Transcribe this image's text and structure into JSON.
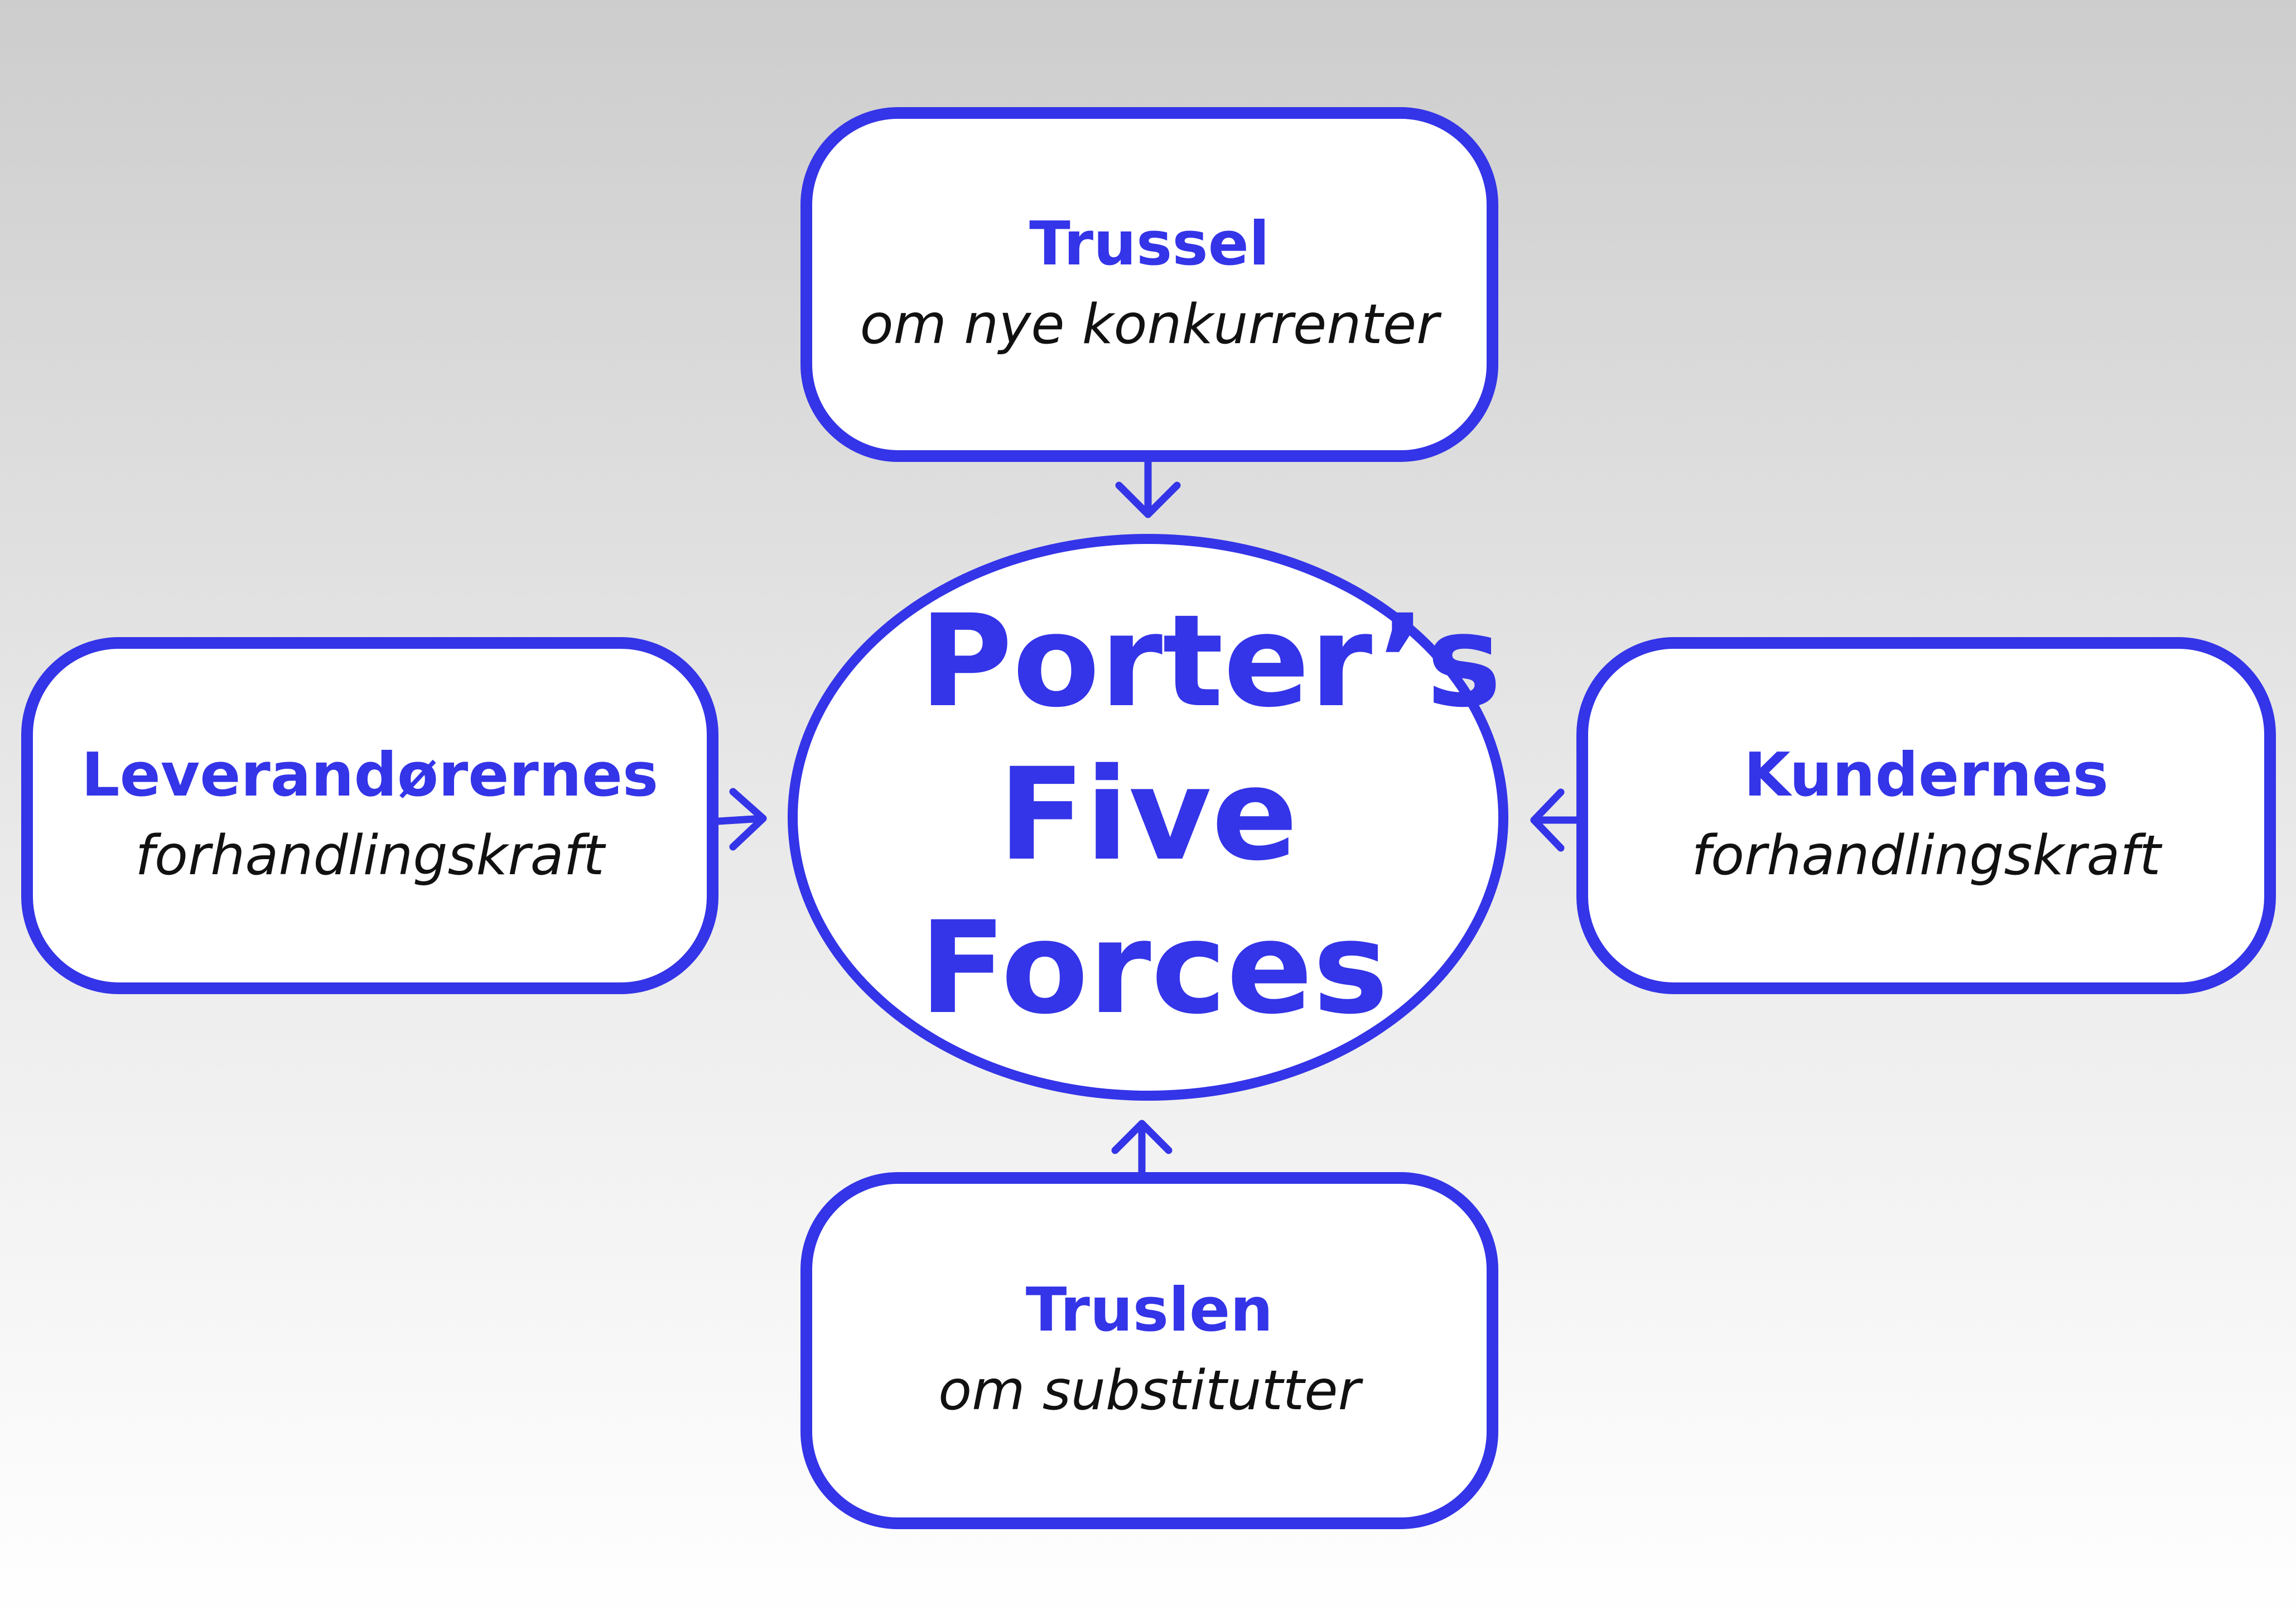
{
  "theme": {
    "accent": "#3434e8",
    "text": "#111111",
    "box_fill": "#ffffff"
  },
  "center": {
    "title": "Porter’s Five Forces"
  },
  "forces": {
    "top": {
      "title": "Trussel",
      "subtitle": "om nye konkurrenter"
    },
    "left": {
      "title": "Leverandørernes",
      "subtitle": "forhandlingskraft"
    },
    "right": {
      "title": "Kundernes",
      "subtitle": "forhandlingskraft"
    },
    "bottom": {
      "title": "Truslen",
      "subtitle": "om substitutter"
    }
  }
}
